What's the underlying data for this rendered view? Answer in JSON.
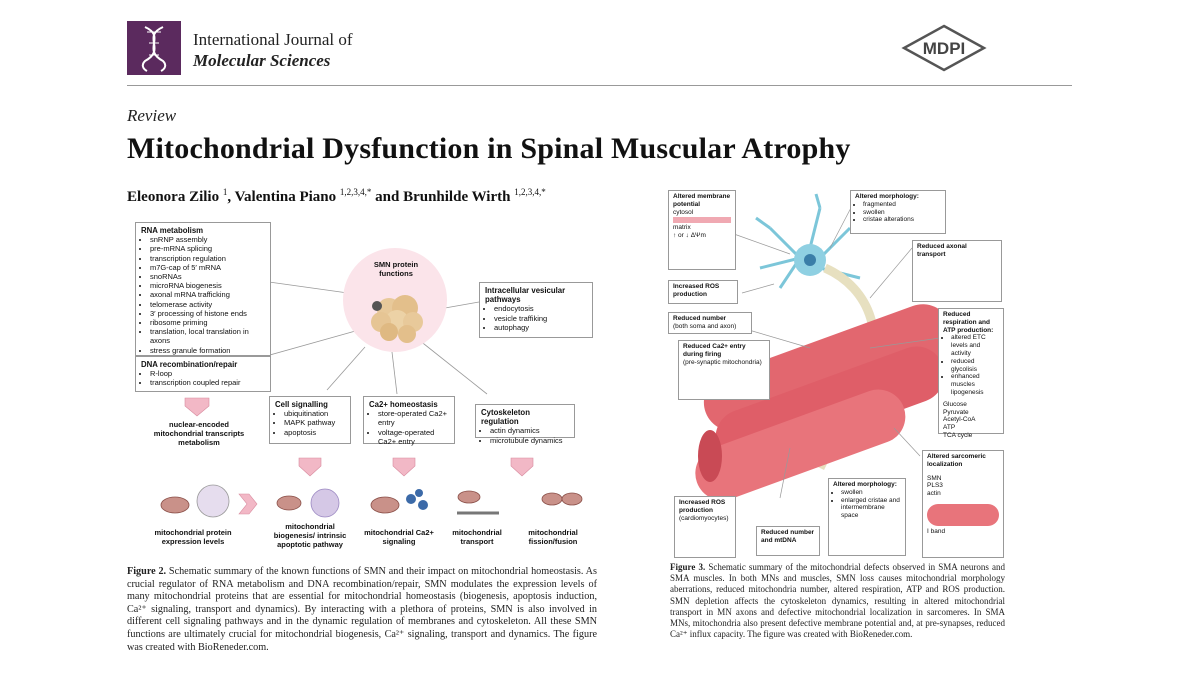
{
  "header": {
    "journal_line1": "International Journal of",
    "journal_line2": "Molecular Sciences",
    "publisher_logo": "MDPI"
  },
  "article": {
    "type": "Review",
    "title": "Mitochondrial Dysfunction in Spinal Muscular Atrophy",
    "authors": [
      {
        "name": "Eleonora Zilio",
        "sup": "1"
      },
      {
        "name": "Valentina Piano",
        "sup": "1,2,3,4,*"
      },
      {
        "name": "Brunhilde Wirth",
        "sup": "1,2,3,4,*"
      }
    ],
    "author_sep1": ", ",
    "author_sep2": " and "
  },
  "figure2": {
    "center_title": "SMN protein functions",
    "rna": {
      "title": "RNA metabolism",
      "items": [
        "snRNP assembly",
        "pre-mRNA splicing",
        "transcription regulation",
        "m7G-cap of 5′ mRNA",
        "snoRNAs",
        "microRNA biogenesis",
        "axonal mRNA trafficking",
        "telomerase activity",
        "3′ processing of histone ends",
        "ribosome priming",
        "translation, local translation in axons",
        "stress granule formation"
      ]
    },
    "dna": {
      "title": "DNA recombination/repair",
      "items": [
        "R-loop",
        "transcription coupled repair"
      ]
    },
    "vesicular": {
      "title": "Intracellular vesicular pathways",
      "items": [
        "endocytosis",
        "vesicle traffiking",
        "autophagy"
      ]
    },
    "cell_signalling": {
      "title": "Cell signalling",
      "items": [
        "ubiquitination",
        "MAPK pathway",
        "apoptosis"
      ]
    },
    "calcium": {
      "title": "Ca2+ homeostasis",
      "items": [
        "store-operated Ca2+ entry",
        "voltage-operated Ca2+ entry"
      ]
    },
    "cytoskeleton": {
      "title": "Cytoskeleton regulation",
      "items": [
        "actin dynamics",
        "microtubule dynamics"
      ]
    },
    "nuclear_label": "nuclear-encoded mitochondrial transcripts metabolism",
    "outcomes": [
      "mitochondrial protein expression levels",
      "mitochondrial biogenesis/ intrinsic apoptotic pathway",
      "mitochondrial Ca2+ signaling",
      "mitochondrial transport",
      "mitochondrial fission/fusion"
    ],
    "caption_label": "Figure 2.",
    "caption": " Schematic summary of the known functions of SMN and their impact on mitochondrial homeostasis. As crucial regulator of RNA metabolism and DNA recombination/repair, SMN modulates the expression levels of many mitochondrial proteins that are essential for mitochondrial homeostasis (biogenesis, apoptosis induction, Ca²⁺ signaling, transport and dynamics). By interacting with a plethora of proteins, SMN is also involved in different cell signaling pathways and in the dynamic regulation of membranes and cytoskeleton. All these SMN functions are ultimately crucial for mitochondrial biogenesis, Ca²⁺ signaling, transport and dynamics. The figure was created with BioReneder.com."
  },
  "figure3": {
    "membrane": {
      "title": "Altered membrane potential",
      "cytosol": "cytosol",
      "matrix": "matrix",
      "symbol": "↑ or ↓ ΔΨm"
    },
    "ros_top": "Increased ROS production",
    "reduced_number": {
      "title": "Reduced number",
      "sub": "(both soma and axon)"
    },
    "ca_entry": {
      "title": "Reduced Ca2+ entry during firing",
      "sub": "(pre-synaptic mitochondria)"
    },
    "morph_top": {
      "title": "Altered morphology:",
      "items": [
        "fragmented",
        "swollen",
        "cristae alterations"
      ]
    },
    "axonal": "Reduced axonal transport",
    "respiration": {
      "title": "Reduced respiration and ATP production:",
      "items": [
        "altered ETC levels and activity",
        "reduced glycolisis",
        "enhanced muscles lipogenesis"
      ]
    },
    "metabolism": {
      "glucose": "Glucose",
      "pyruvate": "Pyruvate",
      "acetyl": "Acetyl-CoA",
      "atp": "ATP",
      "tca": "TCA cycle"
    },
    "sarcomeric": {
      "title": "Altered sarcomeric localization",
      "proteins": [
        "SMN",
        "PLS3",
        "actin"
      ],
      "band": "I band"
    },
    "ros_bottom": {
      "title": "Increased ROS production",
      "sub": "(cardiomyocytes)"
    },
    "mtdna": "Reduced number and mtDNA",
    "morph_bottom": {
      "title": "Altered morphology:",
      "items": [
        "swollen",
        "enlarged cristae and intermembrane space"
      ]
    },
    "caption_label": "Figure 3.",
    "caption": " Schematic summary of the mitochondrial defects observed in SMA neurons and SMA muscles. In both MNs and muscles, SMN loss causes mitochondrial morphology aberrations, reduced mitochondria number, altered respiration, ATP and ROS production. SMN depletion affects the cytoskeleton dynamics, resulting in altered mitochondrial transport in MN axons and defective mitochondrial localization in sarcomeres. In SMA MNs, mitochondria also present defective membrane potential and, at pre-synapses, reduced Ca²⁺ influx capacity. The figure was created with BioReneder.com."
  },
  "colors": {
    "journal_purple": "#5b2a5e",
    "mito": "#b07a74",
    "chevron": "#f2b8c6",
    "muscle": "#e2676f",
    "neuron": "#7cc6d9"
  }
}
